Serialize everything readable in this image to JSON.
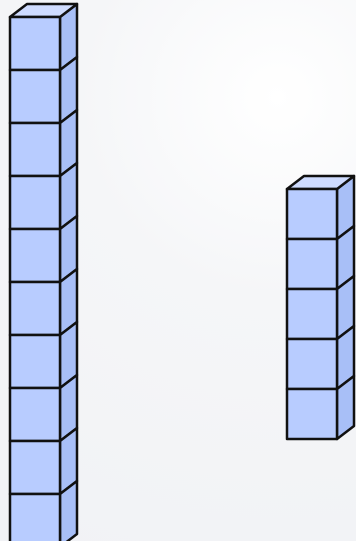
{
  "colors": {
    "background": "#f4f5f7",
    "cube_front": "#b8ccff",
    "cube_top": "#cfdcff",
    "cube_side": "#a8bff7",
    "outline": "#111111"
  },
  "diagram": {
    "towers": [
      {
        "id": "ten-rod",
        "cube_count": 10
      },
      {
        "id": "five-rod",
        "cube_count": 5
      }
    ]
  }
}
